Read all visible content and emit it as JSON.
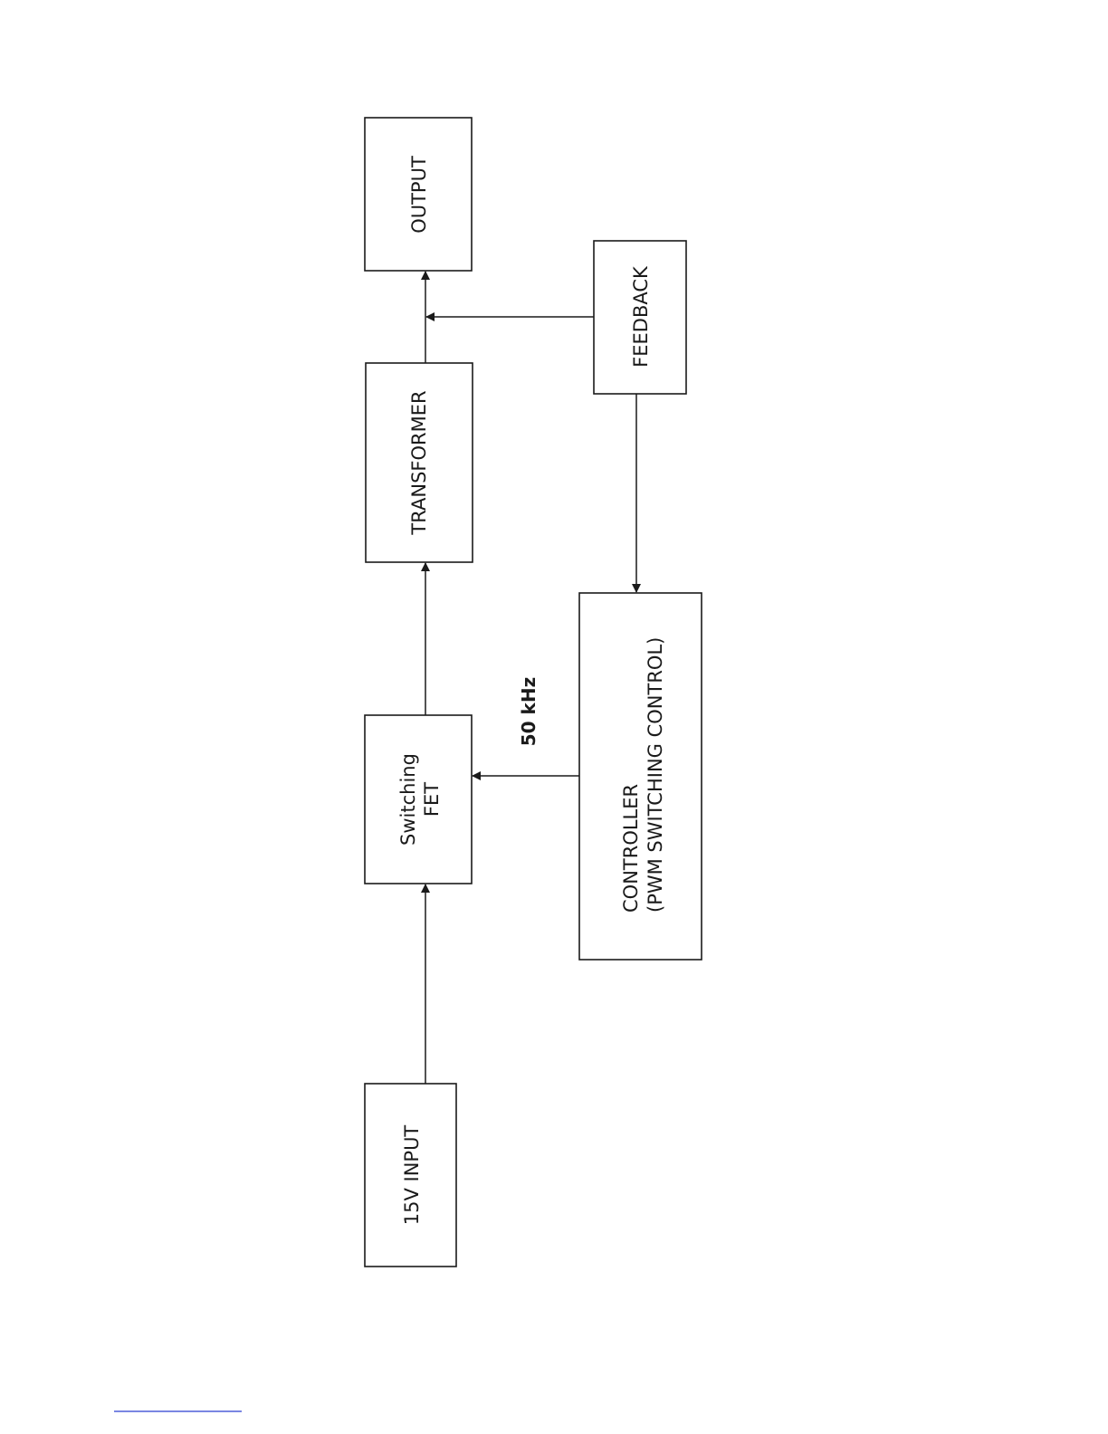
{
  "blocks": {
    "input": {
      "label": "15V INPUT"
    },
    "fet": {
      "line1": "Switching",
      "line2": "FET"
    },
    "transformer": {
      "label": "TRANSFORMER"
    },
    "output": {
      "label": "OUTPUT"
    },
    "feedback": {
      "label": "FEEDBACK"
    },
    "controller": {
      "line1": "CONTROLLER",
      "line2": "(PWM SWITCHING CONTROL)"
    }
  },
  "annotations": {
    "frequency": "50 kHz"
  }
}
